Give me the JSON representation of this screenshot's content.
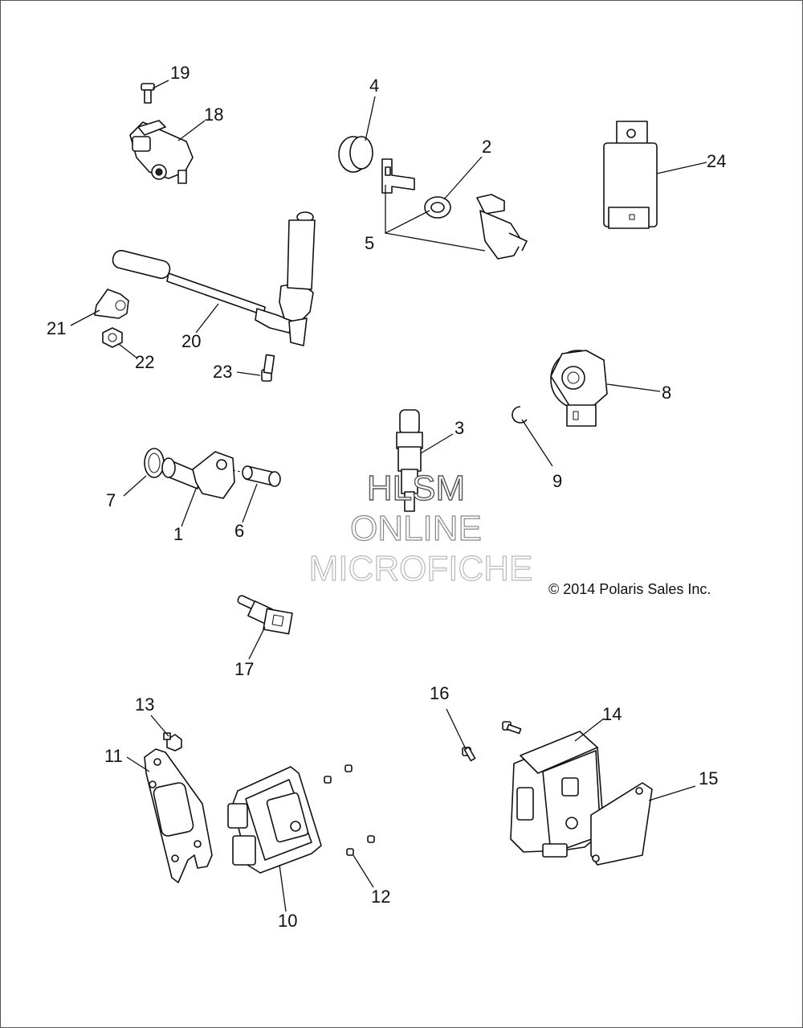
{
  "callouts": [
    "1",
    "2",
    "3",
    "4",
    "5",
    "6",
    "7",
    "8",
    "9",
    "10",
    "11",
    "12",
    "13",
    "14",
    "15",
    "16",
    "17",
    "18",
    "19",
    "20",
    "21",
    "22",
    "23",
    "24"
  ],
  "watermark": {
    "line1": "HLSM",
    "line2": "ONLINE",
    "line3": "MICROFICHE"
  },
  "copyright": "© 2014 Polaris Sales Inc."
}
